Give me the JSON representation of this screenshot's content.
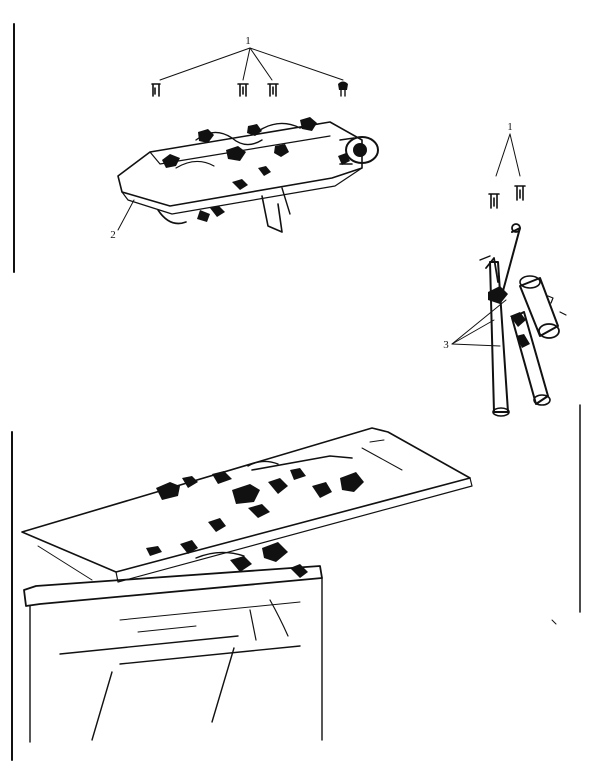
{
  "diagram": {
    "type": "exploded-parts-illustration",
    "callouts": {
      "top_group": "1",
      "base_assembly": "2",
      "right_group": "1",
      "handle_assembly": "3"
    }
  },
  "colors": {
    "ink": "#111111",
    "paper": "#ffffff"
  }
}
